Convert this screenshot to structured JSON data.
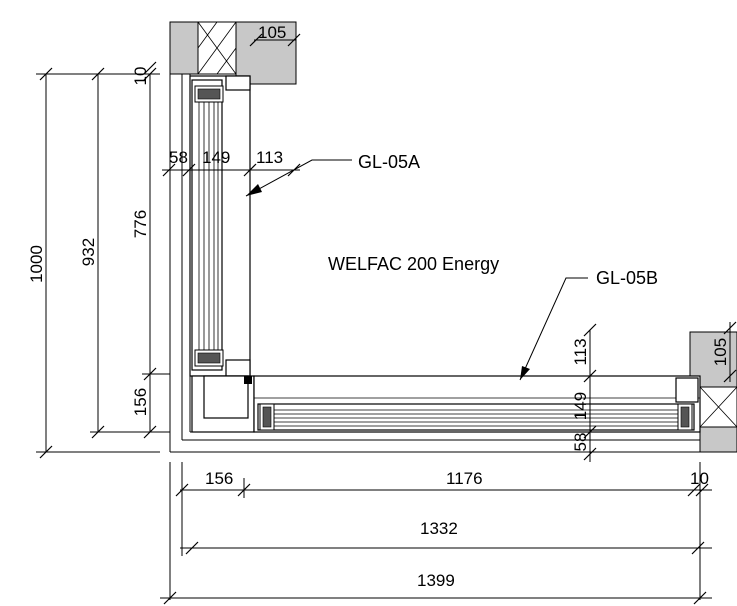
{
  "labels": {
    "gl05a": "GL-05A",
    "gl05b": "GL-05B",
    "system": "WELFAC 200 Energy"
  },
  "vertical_dims": {
    "d1000": "1000",
    "d932": "932",
    "d776": "776",
    "d156": "156",
    "d10": "10",
    "d113": "113",
    "d149": "149",
    "d58": "58",
    "d105_right": "105"
  },
  "horizontal_dims": {
    "d58": "58",
    "d149": "149",
    "d113": "113",
    "d105_top": "105",
    "d156": "156",
    "d1176": "1176",
    "d10": "10",
    "d1332": "1332",
    "d1399": "1399"
  }
}
